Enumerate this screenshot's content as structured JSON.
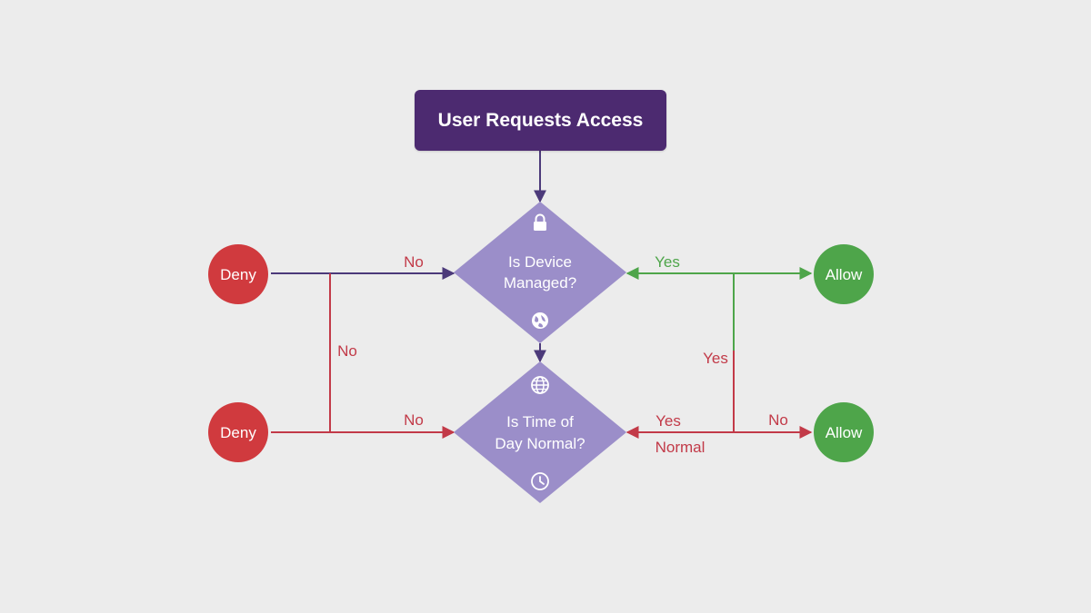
{
  "colors": {
    "background": "#ececec",
    "start": "#4c2a70",
    "decision": "#9b8ec9",
    "deny": "#d03a3e",
    "allow": "#4ea54a",
    "line_purple": "#4c3a7a",
    "line_red": "#c23a48",
    "line_green": "#4ea54a"
  },
  "start": {
    "label": "User Requests Access"
  },
  "decisions": {
    "device": {
      "line1": "Is Device",
      "line2": "Managed?",
      "top_icon": "lock-icon",
      "bottom_icon": "globe-icon"
    },
    "time": {
      "line1": "Is Time of",
      "line2": "Day Normal?",
      "top_icon": "globe-icon",
      "bottom_icon": "clock-icon"
    }
  },
  "outcomes": {
    "deny_top": "Deny",
    "deny_bottom": "Deny",
    "allow_top": "Allow",
    "allow_bottom": "Allow"
  },
  "edge_labels": {
    "deny_top_no": "No",
    "deny_vertical_no": "No",
    "deny_bottom_no": "No",
    "allow_top_yes": "Yes",
    "allow_vertical_yes": "Yes",
    "time_yes": "Yes",
    "time_normal": "Normal",
    "allow_bottom_no": "No"
  }
}
